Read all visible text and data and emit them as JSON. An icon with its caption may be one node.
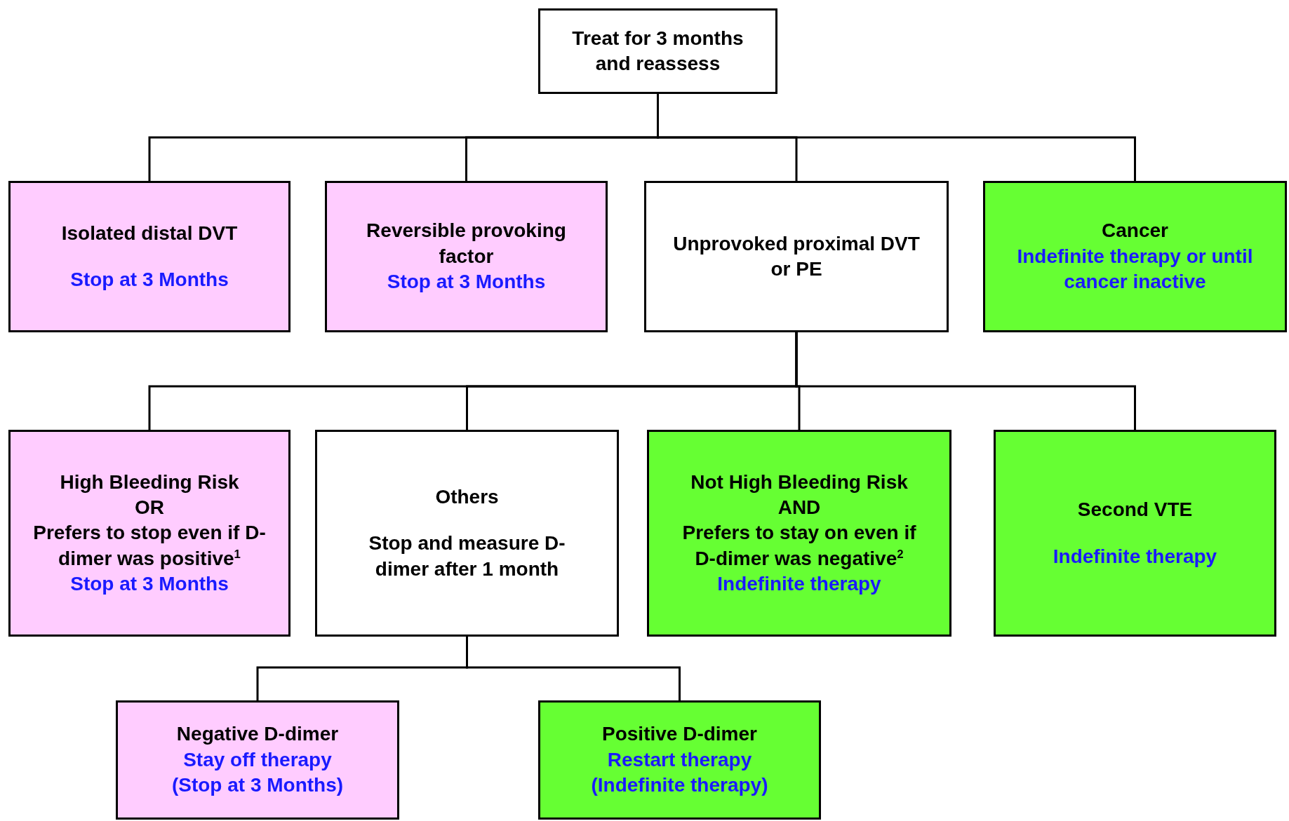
{
  "diagram": {
    "nodes": [
      {
        "text": [
          "Treat for 3 months and reassess"
        ]
      },
      {
        "text": [
          "Isolated distal DVT",
          "Stop at 3 Months"
        ]
      },
      {
        "text": [
          "Reversible provoking factor",
          "Stop at 3 Months"
        ]
      },
      {
        "text": [
          "Unprovoked proximal DVT or PE"
        ]
      },
      {
        "text": [
          "Cancer",
          "Indefinite therapy or until cancer inactive"
        ]
      },
      {
        "text": [
          "High Bleeding Risk",
          "OR",
          "Prefers to stop even if D-dimer was positive$^{1}$",
          "Stop at 3 Months"
        ]
      },
      {
        "text": [
          "Others",
          "Stop and measure D-dimer after 1 month"
        ]
      },
      {
        "text": [
          "Not High Bleeding Risk",
          "AND",
          "Prefers to stay on even if D-dimer was negative$^{2}$",
          "Indefinite therapy"
        ]
      },
      {
        "text": [
          "Second VTE",
          "Indefinite therapy"
        ]
      },
      {
        "text": [
          "Negative  D-dimer",
          "Stay off therapy",
          "(Stop at 3 Months)"
        ]
      },
      {
        "text": [
          "Positive D-dimer",
          "Restart therapy",
          "(Indefinite therapy)"
        ]
      }
    ],
    "edges": [
      {
        "from": 0,
        "to": 1,
        "arrow": "none"
      },
      {
        "from": 0,
        "to": 2,
        "arrow": "none"
      },
      {
        "from": 0,
        "to": 3,
        "arrow": "none"
      },
      {
        "from": 0,
        "to": 4,
        "arrow": "none"
      },
      {
        "from": 3,
        "to": 5,
        "arrow": "none"
      },
      {
        "from": 3,
        "to": 6,
        "arrow": "none"
      },
      {
        "from": 3,
        "to": 7,
        "arrow": "none"
      },
      {
        "from": 3,
        "to": 8,
        "arrow": "none"
      },
      {
        "from": 6,
        "to": 9,
        "arrow": "none"
      },
      {
        "from": 6,
        "to": 10,
        "arrow": "none"
      }
    ]
  }
}
